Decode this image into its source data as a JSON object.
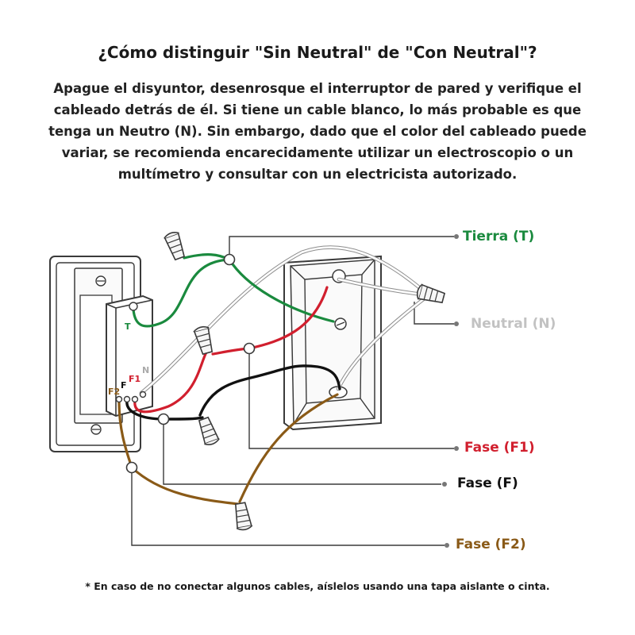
{
  "title": "¿Cómo distinguir \"Sin Neutral\" de \"Con Neutral\"?",
  "description": "Apague el disyuntor, desenrosque el interruptor de pared y verifique el cableado detrás de él. Si tiene un cable blanco, lo más probable es que tenga un Neutro (N). Sin embargo, dado que el color del cableado puede variar, se recomienda encarecidamente utilizar un electroscopio o un multímetro y consultar con un electricista autorizado.",
  "labels": {
    "tierra": "Tierra (T)",
    "neutral": "Neutral (N)",
    "fase_f1": "Fase (F1)",
    "fase_f": "Fase (F)",
    "fase_f2": "Fase (F2)"
  },
  "terminal_tags": {
    "t": "T",
    "n": "N",
    "f1": "F1",
    "f": "F",
    "f2": "F2"
  },
  "colors": {
    "ground": "#1a8a3e",
    "neutral": "#c8c8c8",
    "phase_f1": "#d11f2e",
    "phase_f": "#111111",
    "phase_f2": "#8a5a17",
    "outline": "#3a3a3a"
  },
  "footnote": "* En caso de no conectar algunos cables, aíslelos usando una tapa aislante o cinta."
}
